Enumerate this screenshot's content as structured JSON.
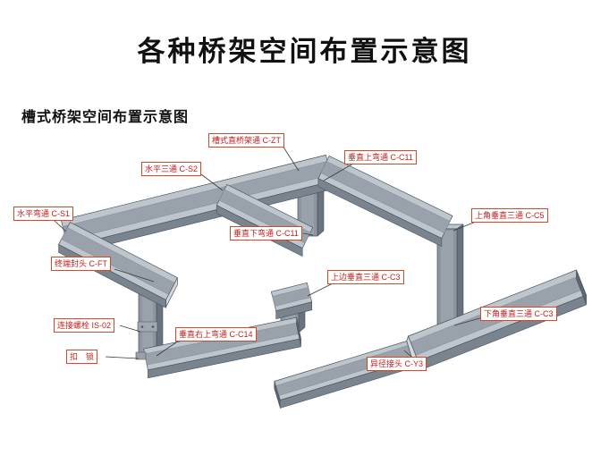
{
  "page": {
    "title": "各种桥架空间布置示意图",
    "subtitle": "槽式桥架空间布置示意图"
  },
  "labels": [
    {
      "id": "c-zt",
      "text": "槽式直桥架通 C-ZT"
    },
    {
      "id": "c-s2",
      "text": "水平三通 C-S2"
    },
    {
      "id": "c-c11-up",
      "text": "垂直上弯通 C-C11"
    },
    {
      "id": "c-s1",
      "text": "水平弯通 C-S1"
    },
    {
      "id": "c-c11-down",
      "text": "垂直下弯通 C-C11"
    },
    {
      "id": "c-c5",
      "text": "上角垂直三通 C-C5"
    },
    {
      "id": "c-ft",
      "text": "终端封头 C-FT"
    },
    {
      "id": "c-c3-top",
      "text": "上边垂直三通 C-C3"
    },
    {
      "id": "is-02",
      "text": "连接螺栓 IS-02"
    },
    {
      "id": "c-c14",
      "text": "垂直右上弯通 C-C14"
    },
    {
      "id": "c-c3-bottom",
      "text": "下角垂直三通 C-C3"
    },
    {
      "id": "lock",
      "text": "扣　锁"
    },
    {
      "id": "c-y3",
      "text": "异径接头 C-Y3"
    }
  ],
  "colors": {
    "title_text": "#111111",
    "label_border": "#cf4a28",
    "label_text": "#c41f1f",
    "leader_line": "#3a3a3a",
    "tray_top": "#bdc6cd",
    "tray_inner": "#99a2aa",
    "tray_side": "#7a848e",
    "tray_side_dark": "#69737d",
    "riser_face": "#8d969f",
    "end_face": "#5d6770",
    "cap_face": "#d2d8dd",
    "outline": "#4a535c"
  }
}
